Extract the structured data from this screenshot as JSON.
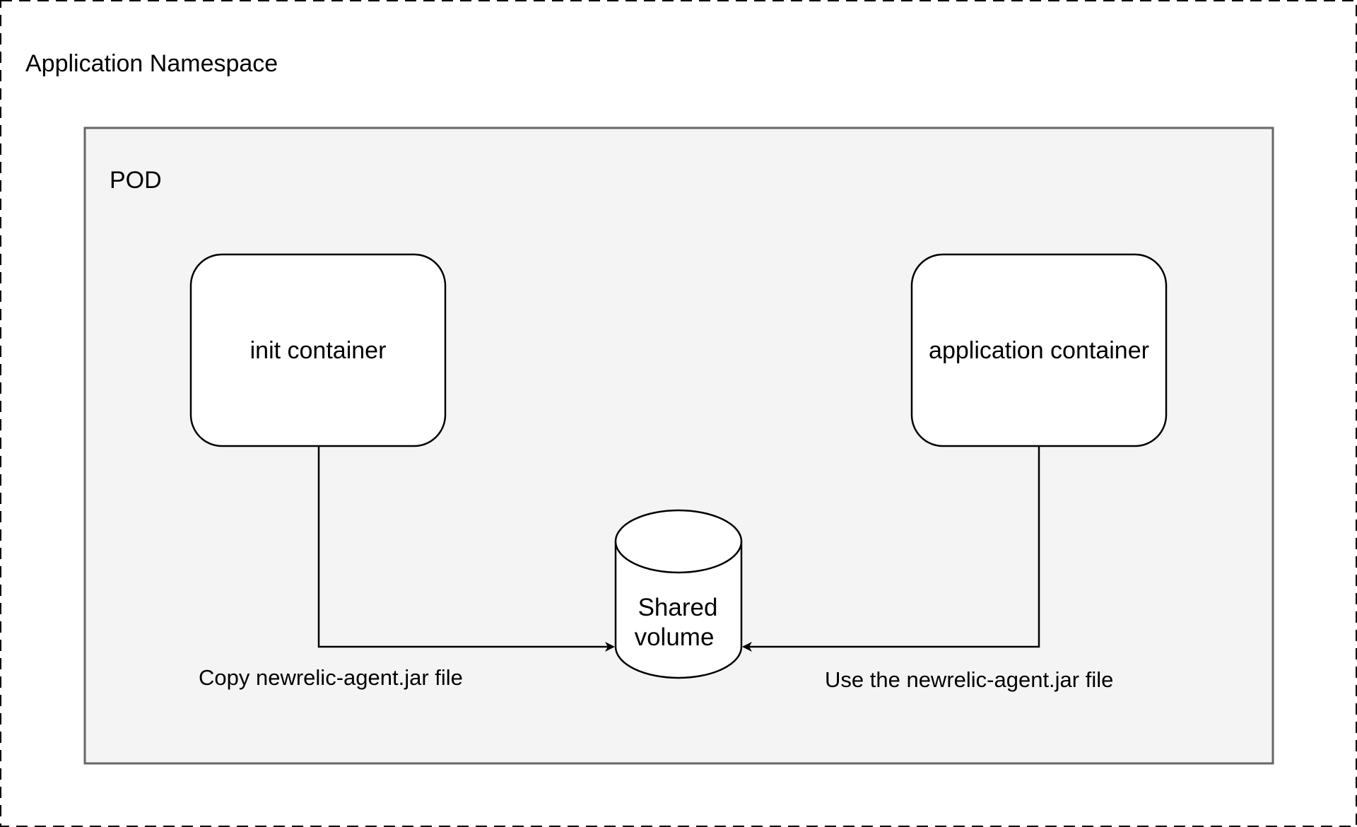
{
  "diagram": {
    "namespace": {
      "label": "Application Namespace"
    },
    "pod": {
      "label": "POD"
    },
    "init_container": {
      "label": "init container"
    },
    "application_container": {
      "label": "application container"
    },
    "shared_volume": {
      "line1": "Shared",
      "line2": "volume"
    },
    "edges": {
      "copy_label": "Copy newrelic-agent.jar file",
      "use_label": "Use the newrelic-agent.jar file"
    }
  },
  "colors": {
    "pod_fill": "#f4f4f4",
    "pod_border": "#666666",
    "line": "#000000",
    "node_fill": "#ffffff"
  }
}
